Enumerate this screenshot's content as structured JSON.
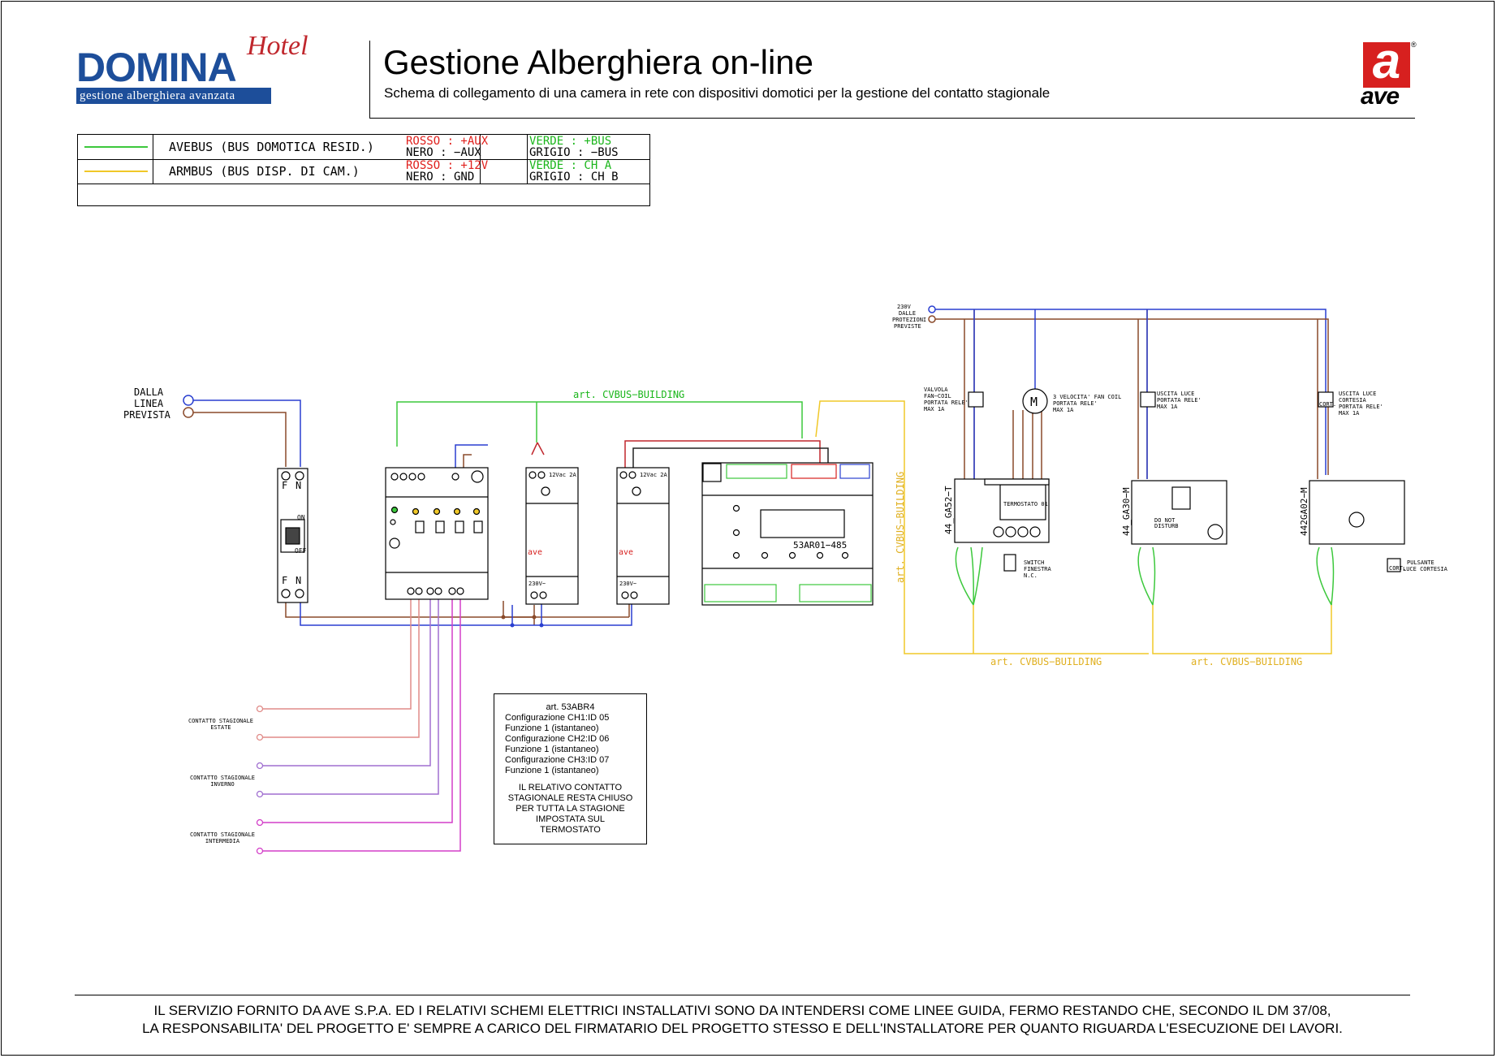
{
  "header": {
    "logo_text": "DOMINA",
    "logo_script": "Hotel",
    "logo_tagline": "gestione alberghiera avanzata",
    "title": "Gestione Alberghiera on-line",
    "subtitle": "Schema di collegamento di una camera in rete con dispositivi domotici per la gestione del contatto stagionale",
    "brand_logo_a": "a",
    "brand_logo_text": "ave",
    "brand_registered": "®"
  },
  "legend": {
    "rows": [
      {
        "name": "AVEBUS (BUS DOMOTICA RESID.)",
        "line_color": "#3cc83c",
        "red_1": "ROSSO : +AUX",
        "black_1": "NERO  : −AUX",
        "green_1": "VERDE : +BUS",
        "grey_1": "GRIGIO : −BUS"
      },
      {
        "name": "ARMBUS (BUS DISP. DI CAM.)",
        "line_color": "#f0c828",
        "red_1": "ROSSO : +12V",
        "black_1": "NERO  : GND",
        "green_1": "VERDE : CH A",
        "grey_1": "GRIGIO : CH B"
      }
    ]
  },
  "diagram": {
    "labels": {
      "supply_left": [
        "DALLA",
        "LINEA",
        "PREVISTA"
      ],
      "supply_right": [
        "230V",
        "DALLE",
        "PROTEZIONI",
        "PREVISTE"
      ],
      "bus_top": "art. CVBUS−BUILDING",
      "bus_vertical": "art. CVBUS−BUILDING",
      "bus_bottom_1": "art. CVBUS−BUILDING",
      "bus_bottom_2": "art. CVBUS−BUILDING",
      "breaker_on": "ON",
      "breaker_off": "OFF",
      "breaker_f": "F",
      "breaker_n": "N",
      "psu_rating": "12Vac 2A",
      "psu_input": "230V~",
      "psu_brand": "ave",
      "controller_model": "53AR01−485",
      "valve": [
        "VALVOLA",
        "FAN−COIL",
        "PORTATA RELE'",
        "MAX 1A"
      ],
      "motor_symbol": "M",
      "motor": [
        "3 VELOCITA' FAN COIL",
        "PORTATA RELE'",
        "MAX 1A"
      ],
      "light_1": [
        "USCITA LUCE",
        "PORTATA RELE'",
        "MAX 1A"
      ],
      "light_2": [
        "USCITA LUCE",
        "CORTESIA",
        "PORTATA RELE'",
        "MAX 1A"
      ],
      "thermostat_model": "44_GA52−T",
      "thermostat_screen": "TERMOSTATO 01",
      "switch_window": [
        "SWITCH",
        "FINESTRA",
        "N.C."
      ],
      "card_model": "44_GA30−M",
      "card_dnd": [
        "DO NOT",
        "DISTURB"
      ],
      "courtesy_model": "442GA02−M",
      "courtesy_button": [
        "PULSANTE",
        "LUCE CORTESIA"
      ],
      "cort": "CORT.",
      "seasonal_summer": [
        "CONTATTO STAGIONALE",
        "ESTATE"
      ],
      "seasonal_winter": [
        "CONTATTO STAGIONALE",
        "INVERNO"
      ],
      "seasonal_mid": [
        "CONTATTO STAGIONALE",
        "INTERMEDIA"
      ]
    },
    "note": {
      "title": "art. 53ABR4",
      "lines": [
        "Configurazione CH1:ID 05",
        "Funzione 1 (istantaneo)",
        "Configurazione CH2:ID 06",
        "Funzione 1 (istantaneo)",
        "Configurazione CH3:ID 07",
        "Funzione 1 (istantaneo)"
      ],
      "comment": [
        "IL RELATIVO CONTATTO",
        "STAGIONALE RESTA CHIUSO",
        "PER TUTTA LA STAGIONE",
        "IMPOSTATA SUL",
        "TERMOSTATO"
      ]
    }
  },
  "footer": {
    "line_1": "IL SERVIZIO FORNITO DA AVE S.P.A. ED I RELATIVI SCHEMI ELETTRICI INSTALLATIVI SONO DA INTENDERSI COME LINEE GUIDA, FERMO RESTANDO CHE, SECONDO IL DM 37/08,",
    "line_2": "LA RESPONSABILITA' DEL PROGETTO E' SEMPRE A CARICO DEL FIRMATARIO DEL PROGETTO STESSO E DELL'INSTALLATORE PER QUANTO RIGUARDA L'ESECUZIONE DEI LAVORI."
  },
  "colors": {
    "avebus": "#3cc83c",
    "armbus": "#f0c828",
    "neutral_blue": "#2a3fd0",
    "phase_brown": "#8a4a2a",
    "domina_blue": "#1d4e9a",
    "ave_red": "#d7201f"
  }
}
